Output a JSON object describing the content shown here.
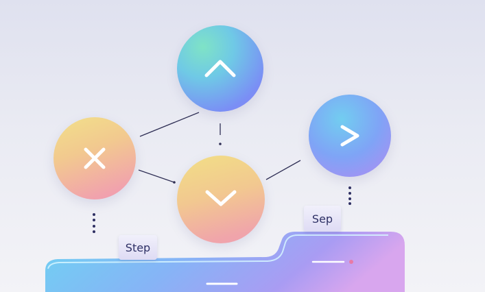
{
  "nodes": [
    {
      "name": "up",
      "icon": "chevron-up-icon"
    },
    {
      "name": "close",
      "icon": "close-icon"
    },
    {
      "name": "down",
      "icon": "chevron-down-icon"
    },
    {
      "name": "next",
      "icon": "chevron-right-icon"
    }
  ],
  "labels": {
    "step": "Step",
    "sep": "Sep"
  },
  "colors": {
    "line": "#2f2f55",
    "dot": "#2e2f62",
    "icon": "#ffffff",
    "accent_dot": "#e97aa6"
  }
}
